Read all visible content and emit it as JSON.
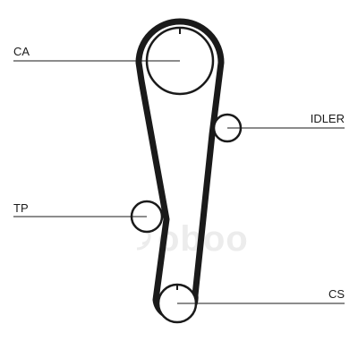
{
  "labels": {
    "ca": "CA",
    "idler": "IDLER",
    "tp": "TP",
    "cs": "CS"
  },
  "watermark": {
    "text": "oboo"
  },
  "colors": {
    "belt": "#1a1a1a",
    "pulley": "#1a1a1a",
    "leader": "#1a1a1a",
    "watermark": "#ececec",
    "background": "#ffffff"
  }
}
